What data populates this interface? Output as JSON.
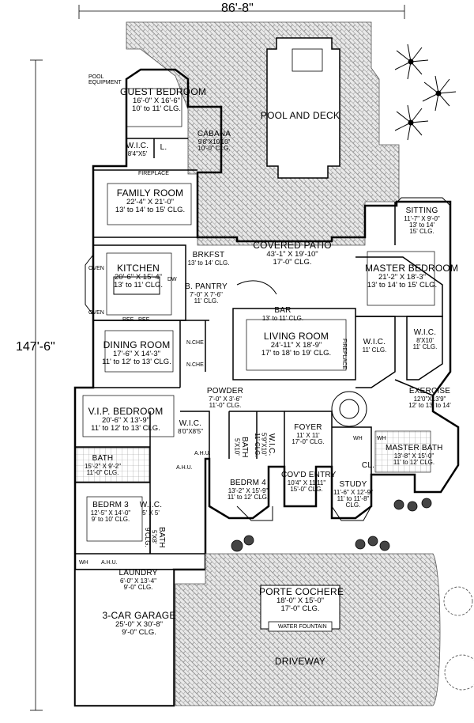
{
  "dimensions": {
    "width": "86'-8\"",
    "depth": "147'-6\""
  },
  "rooms": {
    "guest_bedroom": {
      "name": "GUEST BEDROOM",
      "size": "16'-0\" X 16'-6\"",
      "ceiling": "10' to 11' CLG."
    },
    "cabana": {
      "name": "CABANA",
      "size": "9'8\"X10'10\"",
      "ceiling": "10'-0\" CLG."
    },
    "guest_wic": {
      "name": "W.I.C.",
      "size": "8'4\"X5'"
    },
    "guest_linen": {
      "name": "L."
    },
    "pool_and_deck": {
      "name": "POOL AND DECK"
    },
    "family_room": {
      "name": "FAMILY ROOM",
      "size": "22'-4\" X 21'-0\"",
      "ceiling": "13' to 14' to 15' CLG."
    },
    "fireplace_family": {
      "name": "FIREPLACE"
    },
    "covered_patio": {
      "name": "COVERED PATIO",
      "size": "43'-1\" X 19'-10\"",
      "ceiling": "17'-0\" CLG."
    },
    "sitting": {
      "name": "SITTING",
      "size": "11'-7\" X 9'-0\"",
      "ceiling_1": "13' to 14'",
      "ceiling_2": "15' CLG."
    },
    "kitchen": {
      "name": "KITCHEN",
      "size": "20'-6\" X 15'-4\"",
      "ceiling": "13' to 11' CLG."
    },
    "brkfst": {
      "name": "BRKFST",
      "ceiling": "13' to 14' CLG."
    },
    "master_bedroom": {
      "name": "MASTER BEDROOM",
      "size": "21'-2\" X 18'-3\"",
      "ceiling": "13' to 14' to 15' CLG."
    },
    "b_pantry": {
      "name": "B. PANTRY",
      "size": "7'-0\" X 7'-6\"",
      "ceiling": "11' CLG."
    },
    "bar": {
      "name": "BAR",
      "ceiling": "13' to 11' CLG."
    },
    "living_room": {
      "name": "LIVING ROOM",
      "size": "24'-11\" X 18'-9\"",
      "ceiling": "17' to 18' to 19' CLG."
    },
    "master_wic_1": {
      "name": "W.I.C.",
      "ceiling": "11' CLG."
    },
    "master_wic_2": {
      "name": "W.I.C.",
      "size": "8'X10'",
      "ceiling": "11' CLG."
    },
    "dining_room": {
      "name": "DINING ROOM",
      "size": "17'-6\" X 14'-3\"",
      "ceiling": "11' to 12' to 13' CLG."
    },
    "powder": {
      "name": "POWDER",
      "size": "7'-0\" X 3'-6\"",
      "ceiling": "11'-0\" CLG."
    },
    "exercise": {
      "name": "EXERCISE",
      "size": "12'0\"X13'9\"",
      "ceiling": "12' to 13' to 14'"
    },
    "vip_bedroom": {
      "name": "V.I.P. BEDROOM",
      "size": "20'-6\" X 13'-9\"",
      "ceiling": "11' to 12' to 13' CLG."
    },
    "vip_wic": {
      "name": "W.I.C.",
      "size": "8'0\"X8'5\""
    },
    "foyer": {
      "name": "FOYER",
      "size": "11' X 11'",
      "ceiling": "17'-0\" CLG."
    },
    "bath_hall": {
      "name": "BATH",
      "size": "5'X10'"
    },
    "wic_hall": {
      "name": "W.I.C.",
      "size": "5'9\"X10'",
      "ceiling": "11' CLG."
    },
    "master_bath": {
      "name": "MASTER BATH",
      "size": "13'-8\" X 15'-0\"",
      "ceiling": "11' to 12' CLG."
    },
    "master_cl": {
      "name": "CL."
    },
    "bath_2": {
      "name": "BATH",
      "size": "15'-2\" X 9'-2\"",
      "ceiling": "11'-0\" CLG."
    },
    "bedrm_4": {
      "name": "BEDRM 4",
      "size": "13'-2\" X 15'-9\"",
      "ceiling": "11' to 12' CLG."
    },
    "covd_entry": {
      "name": "COV'D ENTRY",
      "size": "10'4\" X 11'11\"",
      "ceiling": "15'-0\" CLG."
    },
    "study": {
      "name": "STUDY",
      "size": "11'-6\" X 12'-9\"",
      "ceiling_1": "11' to 11'-8\"",
      "ceiling_2": "CLG."
    },
    "bedrm_3": {
      "name": "BEDRM 3",
      "size": "12'-5\" X 14'-0\"",
      "ceiling": "9' to 10' CLG."
    },
    "bedrm3_wic": {
      "name": "W.I.C.",
      "size": "5' X 5'"
    },
    "bath_3": {
      "name": "BATH",
      "size": "5'X8'",
      "ceiling": "9'CLG."
    },
    "laundry": {
      "name": "LAUNDRY",
      "size": "6'-0\" X 13'-4\"",
      "ceiling": "9'-0\" CLG."
    },
    "porte_cochere": {
      "name": "PORTE COCHERE",
      "size": "18'-0\" X 15'-0\"",
      "ceiling": "17'-0\" CLG."
    },
    "water_fountain": {
      "name": "WATER FOUNTAIN"
    },
    "garage": {
      "name": "3-CAR GARAGE",
      "size": "25'-0\" X 30'-8\"",
      "ceiling": "9'-0\" CLG."
    },
    "driveway": {
      "name": "DRIVEWAY"
    }
  },
  "small_labels": {
    "pool_equipment_1": "POOL",
    "pool_equipment_2": "EQUIPMENT",
    "oven": "OVEN",
    "oven_2": "OVEN",
    "ref_1": "REF.",
    "ref_2": "REF.",
    "dw": "DW",
    "fireplace_living": "FIREPLACE",
    "n_chr_1": "N.CHE",
    "n_chr_2": "N.CHE",
    "ahu_1": "A.H.U.",
    "ahu_2": "A.H.U.",
    "ahu_3": "A.H.U.",
    "wh": "WH",
    "wh_2": "WH",
    "wh_3": "WH"
  },
  "colors": {
    "line": "#000000",
    "paving": "#8a8a8a",
    "background": "#ffffff"
  }
}
